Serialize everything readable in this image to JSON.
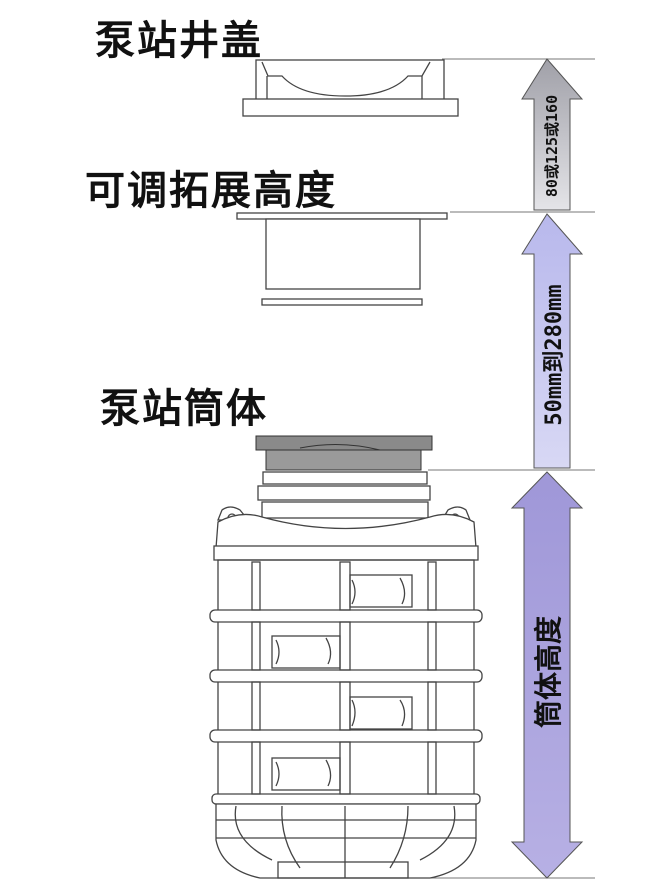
{
  "labels": {
    "cover": "泵站井盖",
    "riser": "可调拓展高度",
    "body": "泵站筒体"
  },
  "dimensions": {
    "cover_height": "80或125或160",
    "riser_range": "50mm到280mm",
    "body_height": "筒体高度"
  },
  "colors": {
    "cover_arrow": "#b8b8c0",
    "riser_arrow": "#c8c8ee",
    "body_arrow": "#a9a2dc",
    "lid_top": "#8a8a8a"
  }
}
